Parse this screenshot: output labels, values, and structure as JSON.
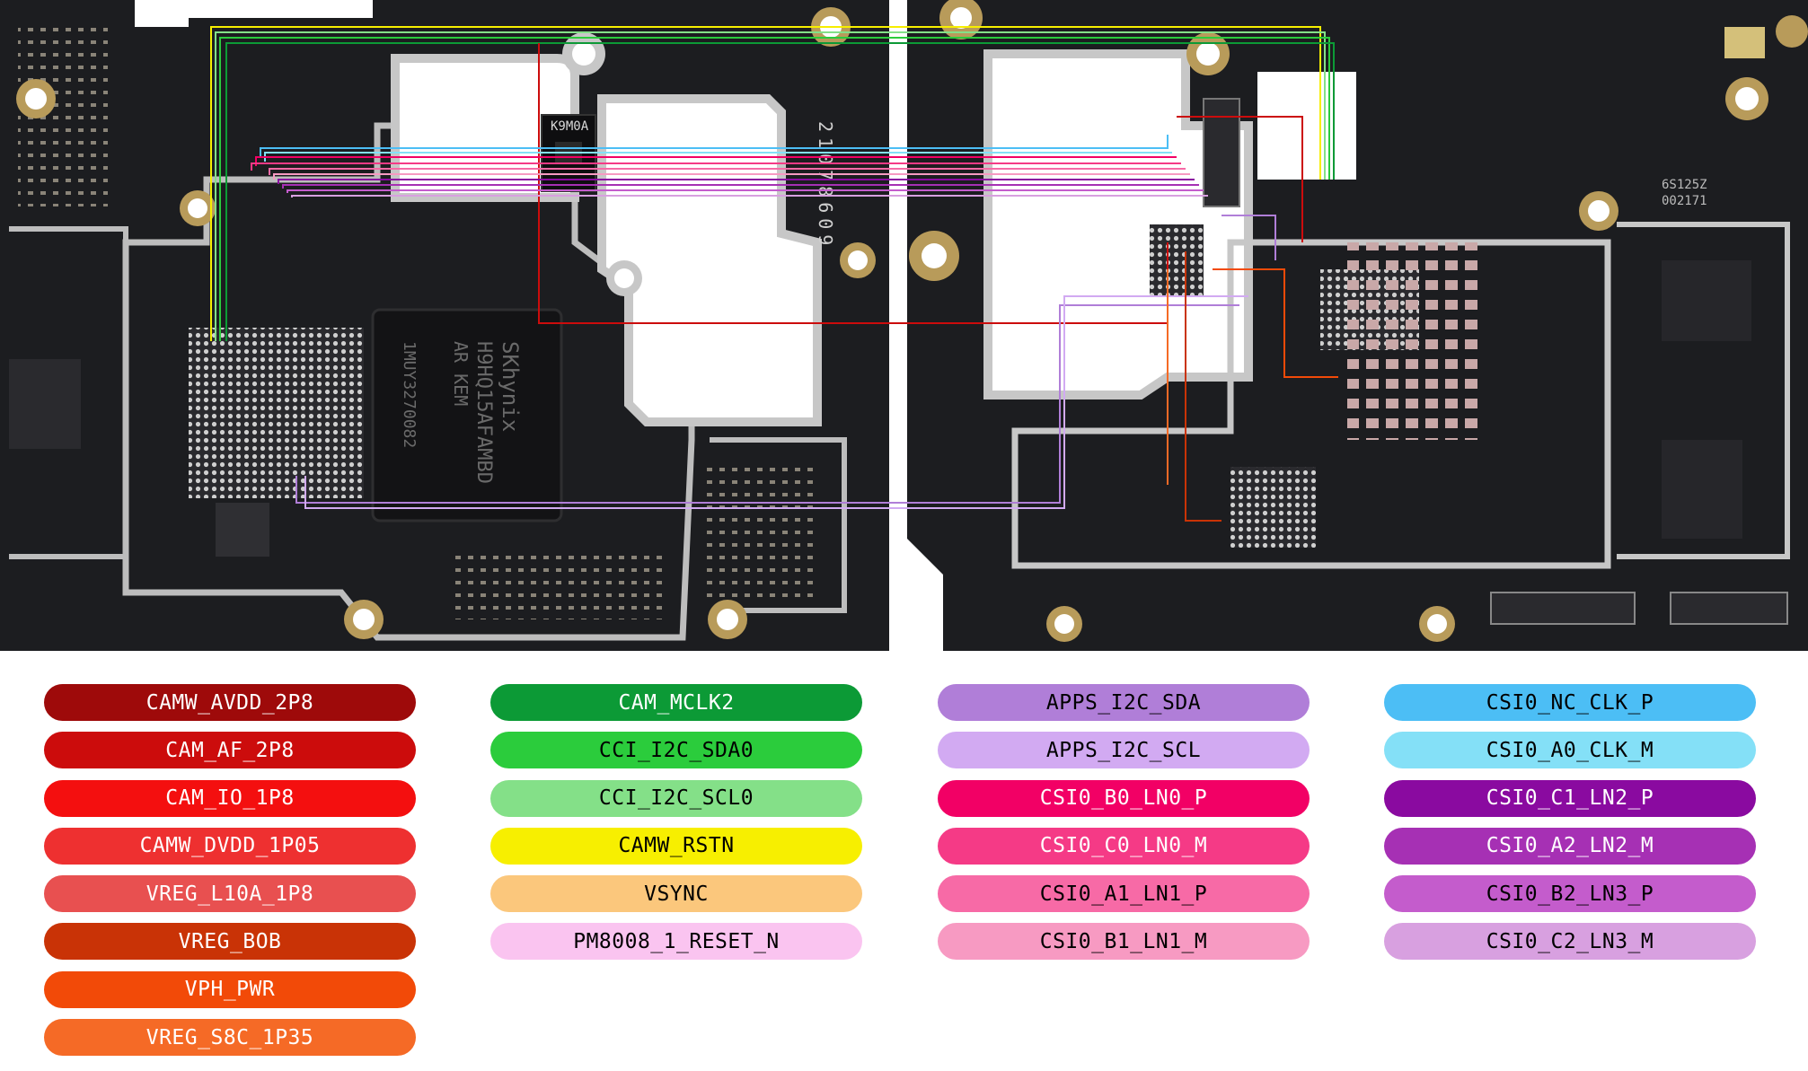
{
  "board_labels": {
    "left_ic": "K9M0A",
    "left_date": "21078609",
    "ram_brand": "SKhynix",
    "ram_part": "H9HQ15AFAMBD",
    "ram_suffix": "AR KEM",
    "ram_code": "1MUY3270082",
    "right_code": "6S125Z",
    "right_code2": "002171"
  },
  "legend_columns": [
    [
      {
        "label": "CAMW_AVDD_2P8",
        "color": "#9e0a0a",
        "text": "#ffffff"
      },
      {
        "label": "CAM_AF_2P8",
        "color": "#cc0c0c",
        "text": "#ffffff"
      },
      {
        "label": "CAM_IO_1P8",
        "color": "#f40f0f",
        "text": "#ffffff"
      },
      {
        "label": "CAMW_DVDD_1P05",
        "color": "#ee3030",
        "text": "#ffffff"
      },
      {
        "label": "VREG_L10A_1P8",
        "color": "#e85050",
        "text": "#ffffff"
      },
      {
        "label": "VREG_BOB",
        "color": "#c93306",
        "text": "#ffffff"
      },
      {
        "label": "VPH_PWR",
        "color": "#f24a08",
        "text": "#ffffff"
      },
      {
        "label": "VREG_S8C_1P35",
        "color": "#f56a26",
        "text": "#ffffff"
      }
    ],
    [
      {
        "label": "CAM_MCLK2",
        "color": "#0c9a36",
        "text": "#ffffff"
      },
      {
        "label": "CCI_I2C_SDA0",
        "color": "#2bcc3c",
        "text": "#000000"
      },
      {
        "label": "CCI_I2C_SCL0",
        "color": "#84e088",
        "text": "#000000"
      },
      {
        "label": "CAMW_RSTN",
        "color": "#f7ef00",
        "text": "#000000"
      },
      {
        "label": "VSYNC",
        "color": "#fbc77c",
        "text": "#000000"
      },
      {
        "label": "PM8008_1_RESET_N",
        "color": "#fac4f0",
        "text": "#000000"
      }
    ],
    [
      {
        "label": "APPS_I2C_SDA",
        "color": "#b07ed8",
        "text": "#000000"
      },
      {
        "label": "APPS_I2C_SCL",
        "color": "#d2aaf2",
        "text": "#000000"
      },
      {
        "label": "CSI0_B0_LN0_P",
        "color": "#f20065",
        "text": "#ffffff"
      },
      {
        "label": "CSI0_C0_LN0_M",
        "color": "#f53a86",
        "text": "#ffffff"
      },
      {
        "label": "CSI0_A1_LN1_P",
        "color": "#f76aa6",
        "text": "#000000"
      },
      {
        "label": "CSI0_B1_LN1_M",
        "color": "#f79ac2",
        "text": "#000000"
      }
    ],
    [
      {
        "label": "CSI0_NC_CLK_P",
        "color": "#4cbef5",
        "text": "#000000"
      },
      {
        "label": "CSI0_A0_CLK_M",
        "color": "#84e0f7",
        "text": "#000000"
      },
      {
        "label": "CSI0_C1_LN2_P",
        "color": "#8a0aa0",
        "text": "#ffffff"
      },
      {
        "label": "CSI0_A2_LN2_M",
        "color": "#a630b4",
        "text": "#ffffff"
      },
      {
        "label": "CSI0_B2_LN3_P",
        "color": "#c45ccc",
        "text": "#000000"
      },
      {
        "label": "CSI0_C2_LN3_M",
        "color": "#d8a0e0",
        "text": "#000000"
      }
    ]
  ]
}
